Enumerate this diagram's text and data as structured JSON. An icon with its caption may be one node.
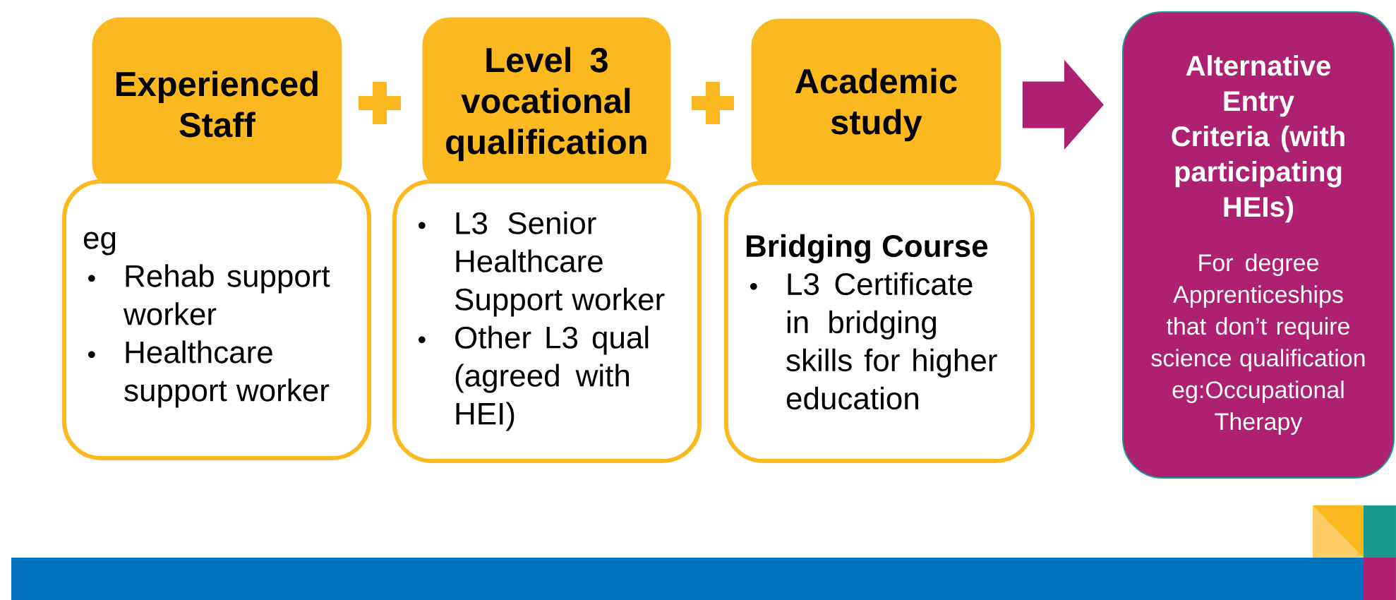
{
  "diagram": {
    "nodes": [
      {
        "text": [
          "Experienced Staff"
        ]
      },
      {
        "text": [
          "eg",
          "Rehab support worker",
          "Healthcare support worker"
        ]
      },
      {
        "text": [
          "Level 3 vocational qualification"
        ]
      },
      {
        "text": [
          "L3 Senior Healthcare Support worker",
          "Other L3 qual (agreed with HEI)"
        ]
      },
      {
        "text": [
          "Academic study"
        ]
      },
      {
        "text": [
          "Bridging Course",
          "L3 Certificate in bridging skills for higher education"
        ]
      },
      {
        "text": [
          "Alternative Entry Criteria (with participating HEIs)",
          "For degree Apprenticeships that don’t require science qualification eg:Occupational Therapy"
        ]
      }
    ],
    "edges": [
      {
        "from": 4,
        "to": 6,
        "arrow": "to",
        "color": "#ad2170"
      }
    ]
  }
}
